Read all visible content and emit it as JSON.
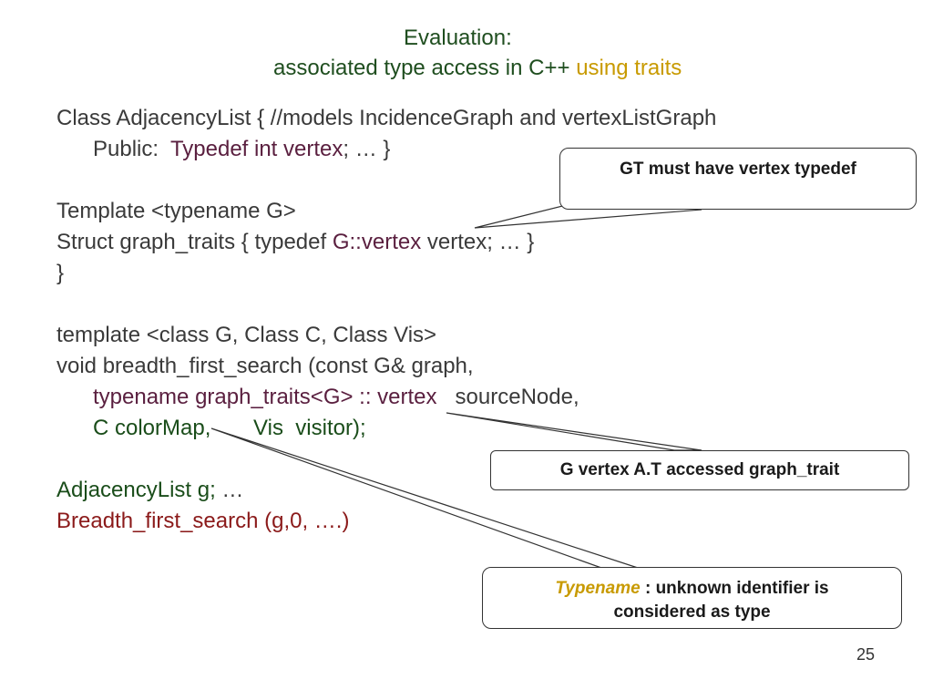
{
  "title": {
    "line1": "Evaluation:",
    "line2_pre": "associated type access in C++ ",
    "line2_highlight": "using traits"
  },
  "code": {
    "l1": "Class AdjacencyList { //models IncidenceGraph and vertexListGraph",
    "l2_pre": "Public:  ",
    "l2_kw": "Typedef int vertex",
    "l2_post": "; … }",
    "l3": "Template <typename G>",
    "l4_pre": "Struct graph_traits { typedef ",
    "l4_kw": "G::vertex",
    "l4_post": " vertex; … }",
    "l5": "}",
    "l6": "template <class G, Class C, Class Vis>",
    "l7": "void breadth_first_search (const G& graph,",
    "l8_kw": "typename graph_traits<G> :: vertex",
    "l8_post": "   sourceNode,",
    "l9": "C colorMap,       Vis  visitor);",
    "l10_kw": "AdjacencyList g;",
    "l10_post": " …",
    "l11": "Breadth_first_search (g,0, ….)"
  },
  "callouts": {
    "c1": "GT must have vertex typedef",
    "c2": "G vertex A.T accessed graph_trait",
    "c3_italic": "Typename",
    "c3_rest_line1": " : unknown identifier is",
    "c3_line2": "considered as type"
  },
  "page_number": "25"
}
